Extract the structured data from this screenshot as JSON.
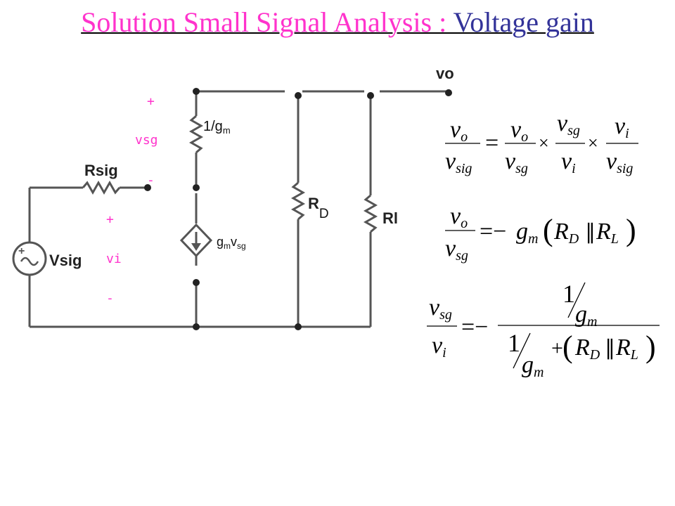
{
  "title": {
    "part1": "Solution Small Signal Analysis : ",
    "part2": "Voltage gain"
  },
  "colors": {
    "title_part1": "#ff33cc",
    "title_part2": "#333399",
    "polarity": "#ff33cc",
    "wire": "#555555"
  },
  "circuit": {
    "vo_label": "vo",
    "inv_gm_label": {
      "main": "1/g",
      "sub": "m"
    },
    "rsig_label": "Rsig",
    "vsig_label": "Vsig",
    "rd_label": {
      "main": "R",
      "sub": "D"
    },
    "rl_label": "Rl",
    "source_label": {
      "g": "g",
      "m": "m",
      "v": "v",
      "sg": "sg"
    },
    "vsg_polarity": {
      "plus": "+",
      "label": "vsg",
      "minus": "-"
    },
    "vi_polarity": {
      "plus": "+",
      "label": "vi",
      "minus": "-"
    }
  },
  "equations": [
    "vo/vsig = vo/vsg × vsg/vi × vi/vsig",
    "vo/vsg = −gm(RD ∥ RL)",
    "vsg/vi = −(1/gm) / (1/gm + (RD ∥ RL))"
  ]
}
